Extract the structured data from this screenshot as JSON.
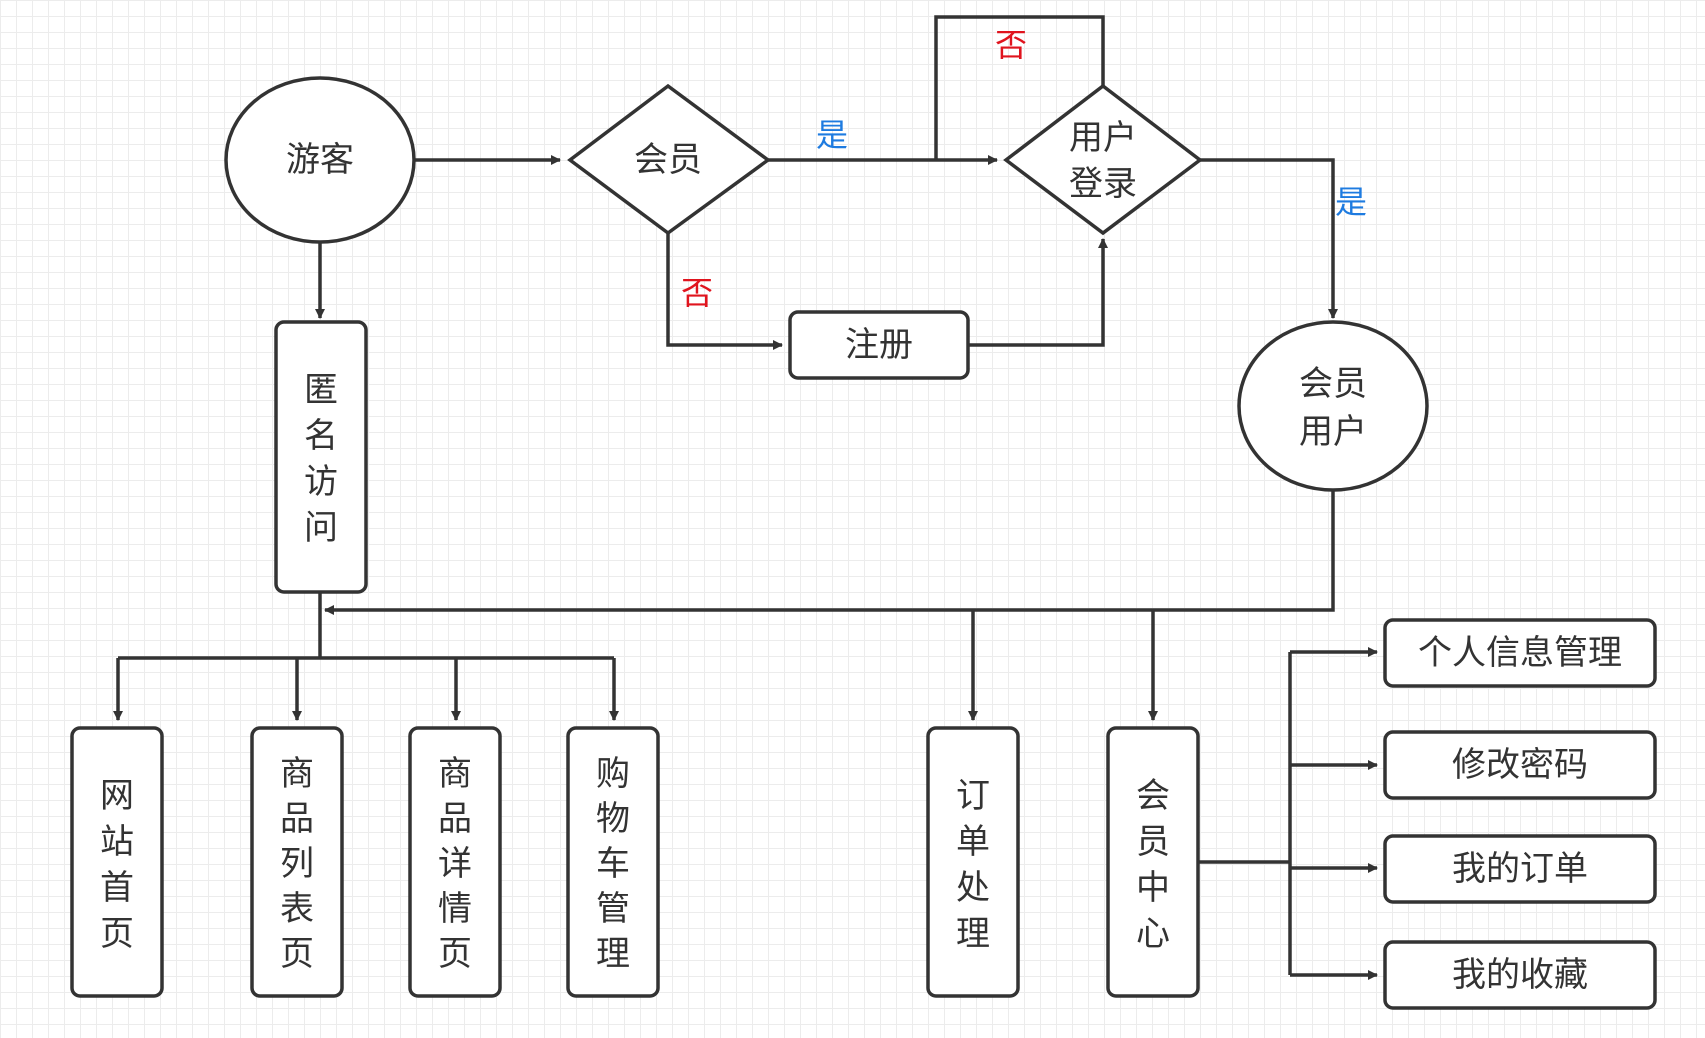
{
  "colors": {
    "stroke": "#333333",
    "text": "#333333",
    "label_yes": "#1e7be0",
    "label_no": "#e0141e",
    "node_fill": "#ffffff"
  },
  "nodes": {
    "visitor": "游客",
    "member_check": "会员",
    "user_login": [
      "用户",
      "登录"
    ],
    "register": "注册",
    "member_user": [
      "会员",
      "用户"
    ],
    "anonymous_access": [
      "匿",
      "名",
      "访",
      "问"
    ],
    "site_home": [
      "网",
      "站",
      "首",
      "页"
    ],
    "product_list": [
      "商",
      "品",
      "列",
      "表",
      "页"
    ],
    "product_detail": [
      "商",
      "品",
      "详",
      "情",
      "页"
    ],
    "cart_manage": [
      "购",
      "物",
      "车",
      "管",
      "理"
    ],
    "order_process": [
      "订",
      "单",
      "处",
      "理"
    ],
    "member_center": [
      "会",
      "员",
      "中",
      "心"
    ],
    "profile_manage": "个人信息管理",
    "change_password": "修改密码",
    "my_orders": "我的订单",
    "my_favorites": "我的收藏"
  },
  "edge_labels": {
    "member_yes": "是",
    "member_no": "否",
    "login_no": "否",
    "login_yes": "是"
  }
}
